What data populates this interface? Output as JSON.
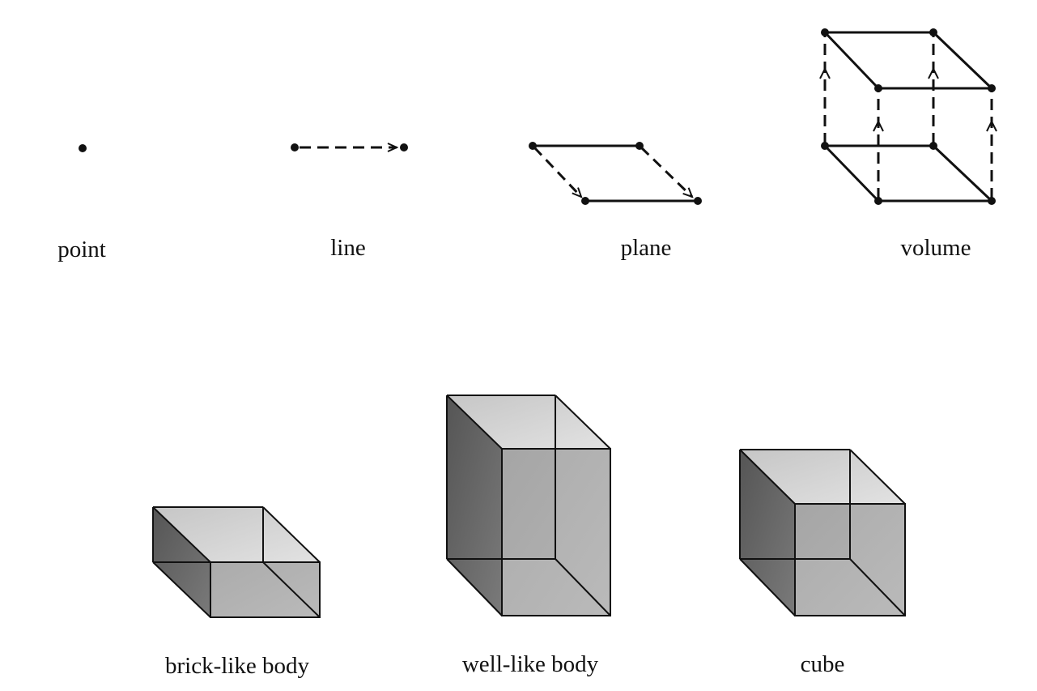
{
  "colors": {
    "ink": "#111111",
    "face_light": "#d6d6d6",
    "face_mid": "#a9a9a9",
    "face_dark": "#6c6c6c",
    "face_back": "#b8b8b8",
    "background": "#ffffff"
  },
  "top_row": {
    "labels": {
      "point": "point",
      "line": "line",
      "plane": "plane",
      "volume": "volume"
    }
  },
  "bottom_row": {
    "labels": {
      "brick": "brick-like body",
      "well": "well-like body",
      "cube": "cube"
    }
  }
}
